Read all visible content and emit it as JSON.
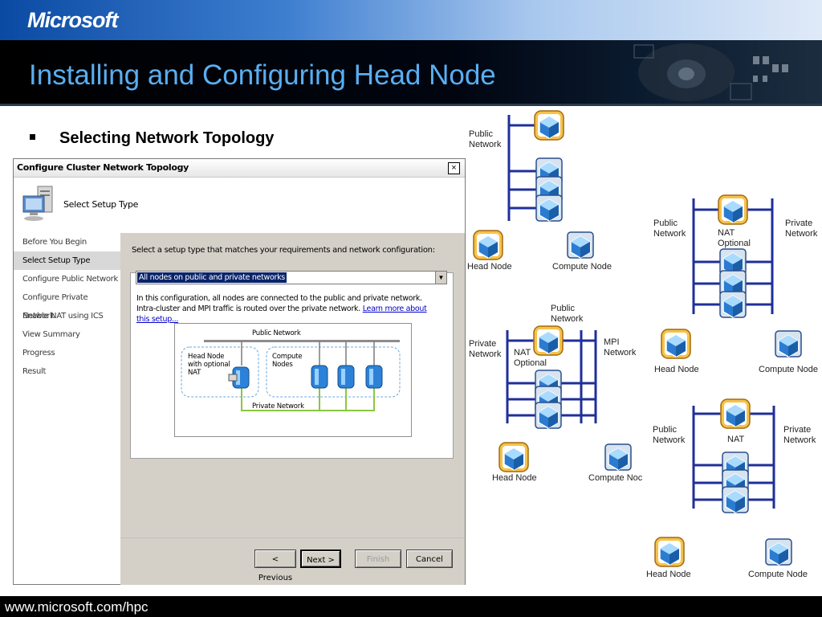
{
  "slide": {
    "logo_text": "Microsoft",
    "title": "Installing and Configuring Head Node",
    "bullet": "Selecting Network Topology",
    "footer_url": "www.microsoft.com/hpc"
  },
  "dialog": {
    "title": "Configure Cluster Network Topology",
    "close_symbol": "×",
    "header": "Select Setup Type",
    "steps": [
      {
        "label": "Before You Begin",
        "active": false
      },
      {
        "label": "Select Setup Type",
        "active": true
      },
      {
        "label": "Configure Public Network",
        "active": false
      },
      {
        "label": "Configure Private Network",
        "active": false
      },
      {
        "label": "Enable NAT using ICS",
        "active": false
      },
      {
        "label": "View Summary",
        "active": false
      },
      {
        "label": "Progress",
        "active": false
      },
      {
        "label": "Result",
        "active": false
      }
    ],
    "instruction": "Select a setup type that matches your requirements and network configuration:",
    "selected_option": "All nodes on public and private networks",
    "description": "In this configuration, all nodes are connected to the public and private network. Intra-cluster and MPI traffic is routed over the private network.",
    "learn_more": "Learn more about this setup...",
    "diagram": {
      "public_network": "Public Network",
      "private_network": "Private Network",
      "head_node": "Head Node with optional NAT",
      "compute_nodes": "Compute Nodes"
    },
    "buttons": {
      "previous": "< Previous",
      "next": "Next >",
      "finish": "Finish",
      "cancel": "Cancel"
    }
  },
  "topologies": {
    "labels": {
      "public_network": "Public Network",
      "private_network": "Private Network",
      "mpi_network": "MPI Network",
      "nat": "NAT",
      "nat_optional": "NAT Optional",
      "head_node": "Head Node",
      "compute_node": "Compute Node",
      "compute_node_clipped": "Compute Noc"
    },
    "colors": {
      "line": "#1f2f9a",
      "node_face": "#1c6fc0",
      "head_ring": "#f0a020"
    }
  }
}
